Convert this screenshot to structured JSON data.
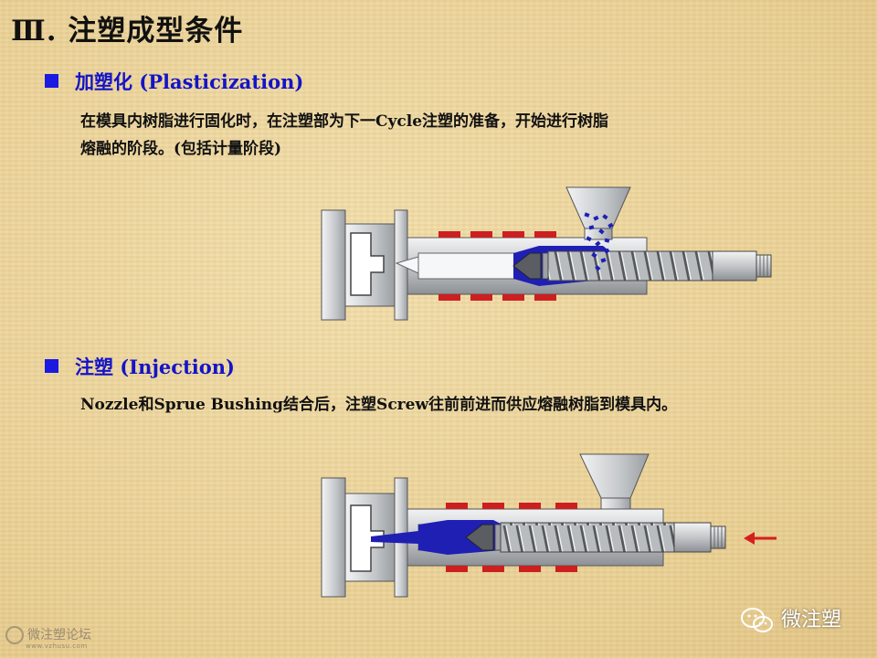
{
  "slide": {
    "title": "Ⅲ. 注塑成型条件"
  },
  "sections": [
    {
      "heading": "加塑化 (Plasticization)",
      "description": "在模具内树脂进行固化时，在注塑部为下一Cycle注塑的准备，开始进行树脂熔融的阶段。(包括计量阶段)",
      "description_line1": "在模具内树脂进行固化时，在注塑部为下一Cycle注塑的准备，开始进行树脂",
      "description_line2": "熔融的阶段。(包括计量阶段)"
    },
    {
      "heading": "注塑 (Injection)",
      "description": "Nozzle和Sprue Bushing结合后，注塑Screw往前前进而供应熔融树脂到模具内。"
    }
  ],
  "watermarks": {
    "forum_name": "微注塑论坛",
    "forum_url": "www.vzhusu.com",
    "wechat_name": "微注塑"
  },
  "colors": {
    "background": "#efd9a0",
    "heading_blue": "#1414c8",
    "resin_blue": "#1f1fb4",
    "heater_red": "#cc1f1f",
    "steel_gray": "#c7c9cc"
  },
  "icons": [
    "bullet-square-icon",
    "hopper-icon",
    "screw-icon",
    "heater-band-icon",
    "mold-icon",
    "arrow-left-icon",
    "wechat-icon",
    "forum-logo-icon"
  ]
}
